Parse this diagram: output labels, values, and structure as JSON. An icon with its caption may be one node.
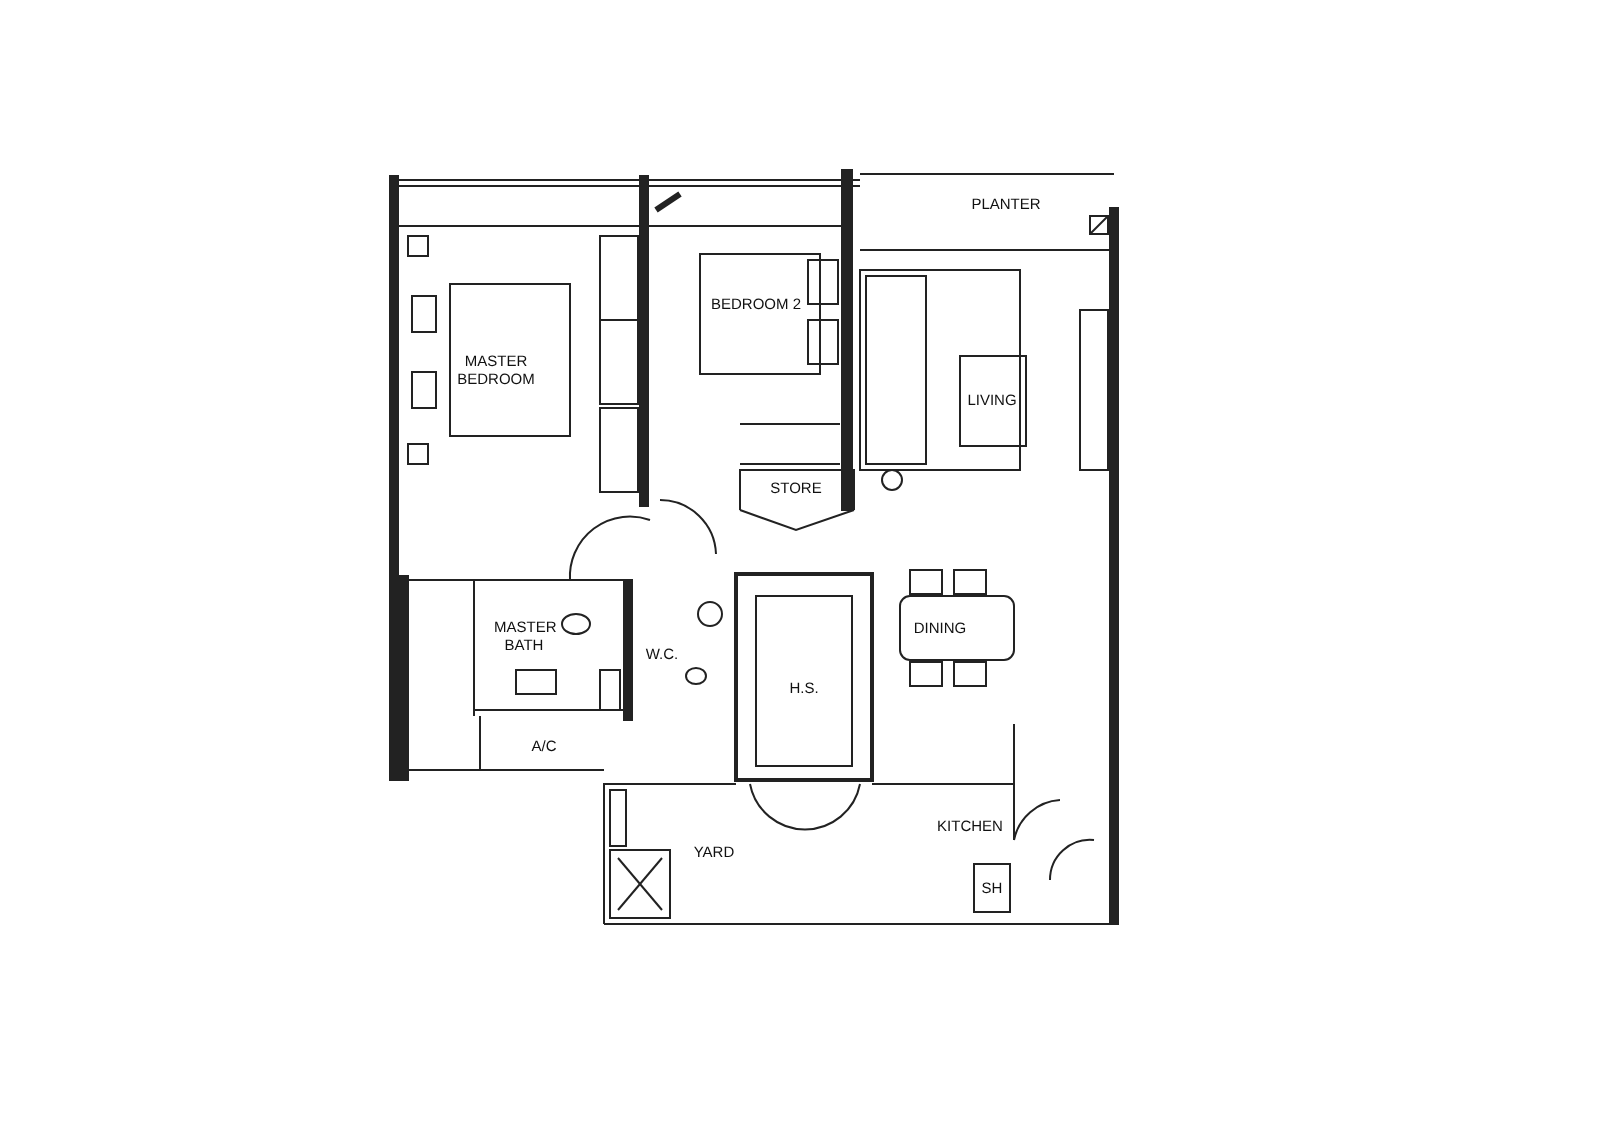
{
  "diagram": {
    "labels": [
      "PLANTER",
      "BEDROOM 2",
      "MASTER BEDROOM",
      "LIVING",
      "STORE",
      "MASTER BATH",
      "W.C.",
      "DINING",
      "H.S.",
      "A/C",
      "YARD",
      "KITCHEN",
      "SH"
    ]
  }
}
